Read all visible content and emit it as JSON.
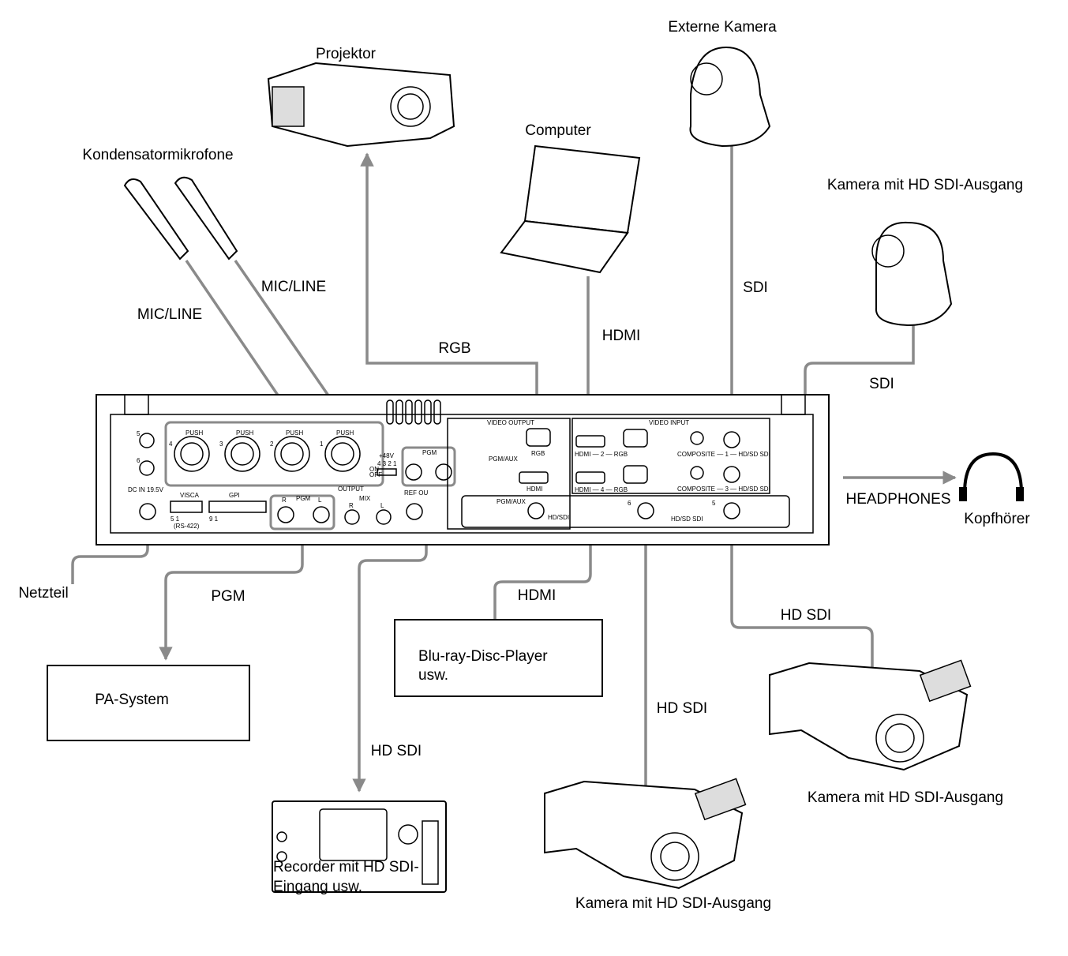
{
  "labels": {
    "external_camera": "Externe Kamera",
    "projector": "Projektor",
    "computer": "Computer",
    "condenser_mics": "Kondensatormikrofone",
    "camera_hdsdi_top_right": "Kamera mit HD SDI-Ausgang",
    "mic_line_1": "MIC/LINE",
    "mic_line_2": "MIC/LINE",
    "sdi_1": "SDI",
    "sdi_2": "SDI",
    "hdmi_computer": "HDMI",
    "rgb": "RGB",
    "headphones_cable": "HEADPHONES",
    "headphones": "Kopfhörer",
    "power_supply": "Netzteil",
    "pgm": "PGM",
    "hdmi_bluray": "HDMI",
    "hd_sdi_right": "HD SDI",
    "hd_sdi_center": "HD SDI",
    "hd_sdi_recorder": "HD SDI",
    "bluray_line1": "Blu-ray-Disc-Player",
    "bluray_line2": "usw.",
    "pa_system": "PA-System",
    "camera_hdsdi_right": "Kamera mit HD SDI-Ausgang",
    "camera_hdsdi_center": "Kamera mit HD SDI-Ausgang",
    "recorder_line1": "Recorder mit HD SDI-",
    "recorder_line2": "Eingang usw."
  },
  "panel": {
    "push": "PUSH",
    "phantom": "+48V",
    "phantom_channels": "4 3 2 1",
    "on": "ON",
    "off": "OFF",
    "mic_numbers": [
      "4",
      "3",
      "2",
      "1"
    ],
    "rca_5": "5",
    "rca_6": "6",
    "dc_in": "DC IN 19.5V",
    "visca": "VISCA",
    "visca_pins": "5          1",
    "rs422": "(RS-422)",
    "gpi": "GPI",
    "gpi_pins": "9                      1",
    "pgm_sdi": "PGM",
    "audio_output": "OUTPUT",
    "pgm_audio": "PGM",
    "mix": "MIX",
    "r": "R",
    "l": "L",
    "ref_out": "REF OU",
    "video_output": "VIDEO OUTPUT",
    "video_input": "VIDEO INPUT",
    "rgb": "RGB",
    "hdmi": "HDMI",
    "pgm_aux": "PGM/AUX",
    "pgm_aux_2": "PGM/AUX",
    "hd_sdi": "HD/SDI",
    "input_row1": "HDMI — 2 — RGB",
    "input_row2": "HDMI — 4 — RGB",
    "composite_1": "COMPOSITE — 1 — HD/SD SDI",
    "composite_3": "COMPOSITE — 3 — HD/SD SDI",
    "sdi_6": "6",
    "sdi_5": "5",
    "hd_sd_sdi": "HD/SD SDI"
  },
  "colors": {
    "cable": "#8a8a8a",
    "line": "#000000"
  }
}
